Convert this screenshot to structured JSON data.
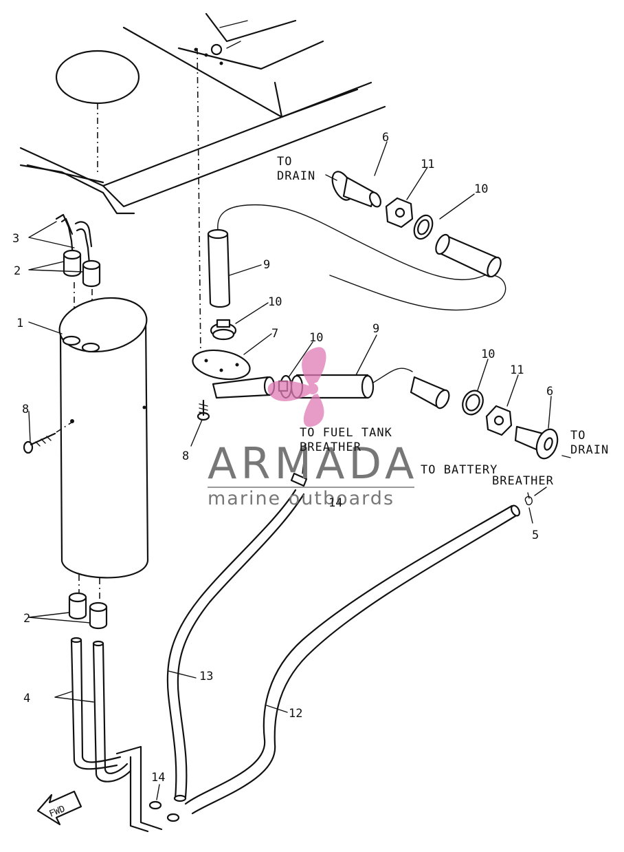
{
  "labels": {
    "p1": "1",
    "p2a": "2",
    "p2b": "2",
    "p3": "3",
    "p4": "4",
    "p5": "5",
    "p6a": "6",
    "p6b": "6",
    "p7": "7",
    "p8a": "8",
    "p8b": "8",
    "p9a": "9",
    "p9b": "9",
    "p10a": "10",
    "p10b": "10",
    "p10c": "10",
    "p10d": "10",
    "p11a": "11",
    "p11b": "11",
    "p12": "12",
    "p13": "13",
    "p14a": "14",
    "p14b": "14"
  },
  "notes": {
    "to_drain_top_1": "TO",
    "to_drain_top_2": "DRAIN",
    "to_drain_right_1": "TO",
    "to_drain_right_2": "DRAIN",
    "fuel_tank_1": "TO FUEL TANK",
    "fuel_tank_2": "BREATHER",
    "battery_1": "TO BATTERY",
    "battery_2": "BREATHER",
    "fwd": "FWD"
  },
  "watermark": {
    "brand": "ARMADA",
    "tagline": "marine outboards",
    "brand_color": "#777777",
    "logo_color": "#e07ab5"
  }
}
